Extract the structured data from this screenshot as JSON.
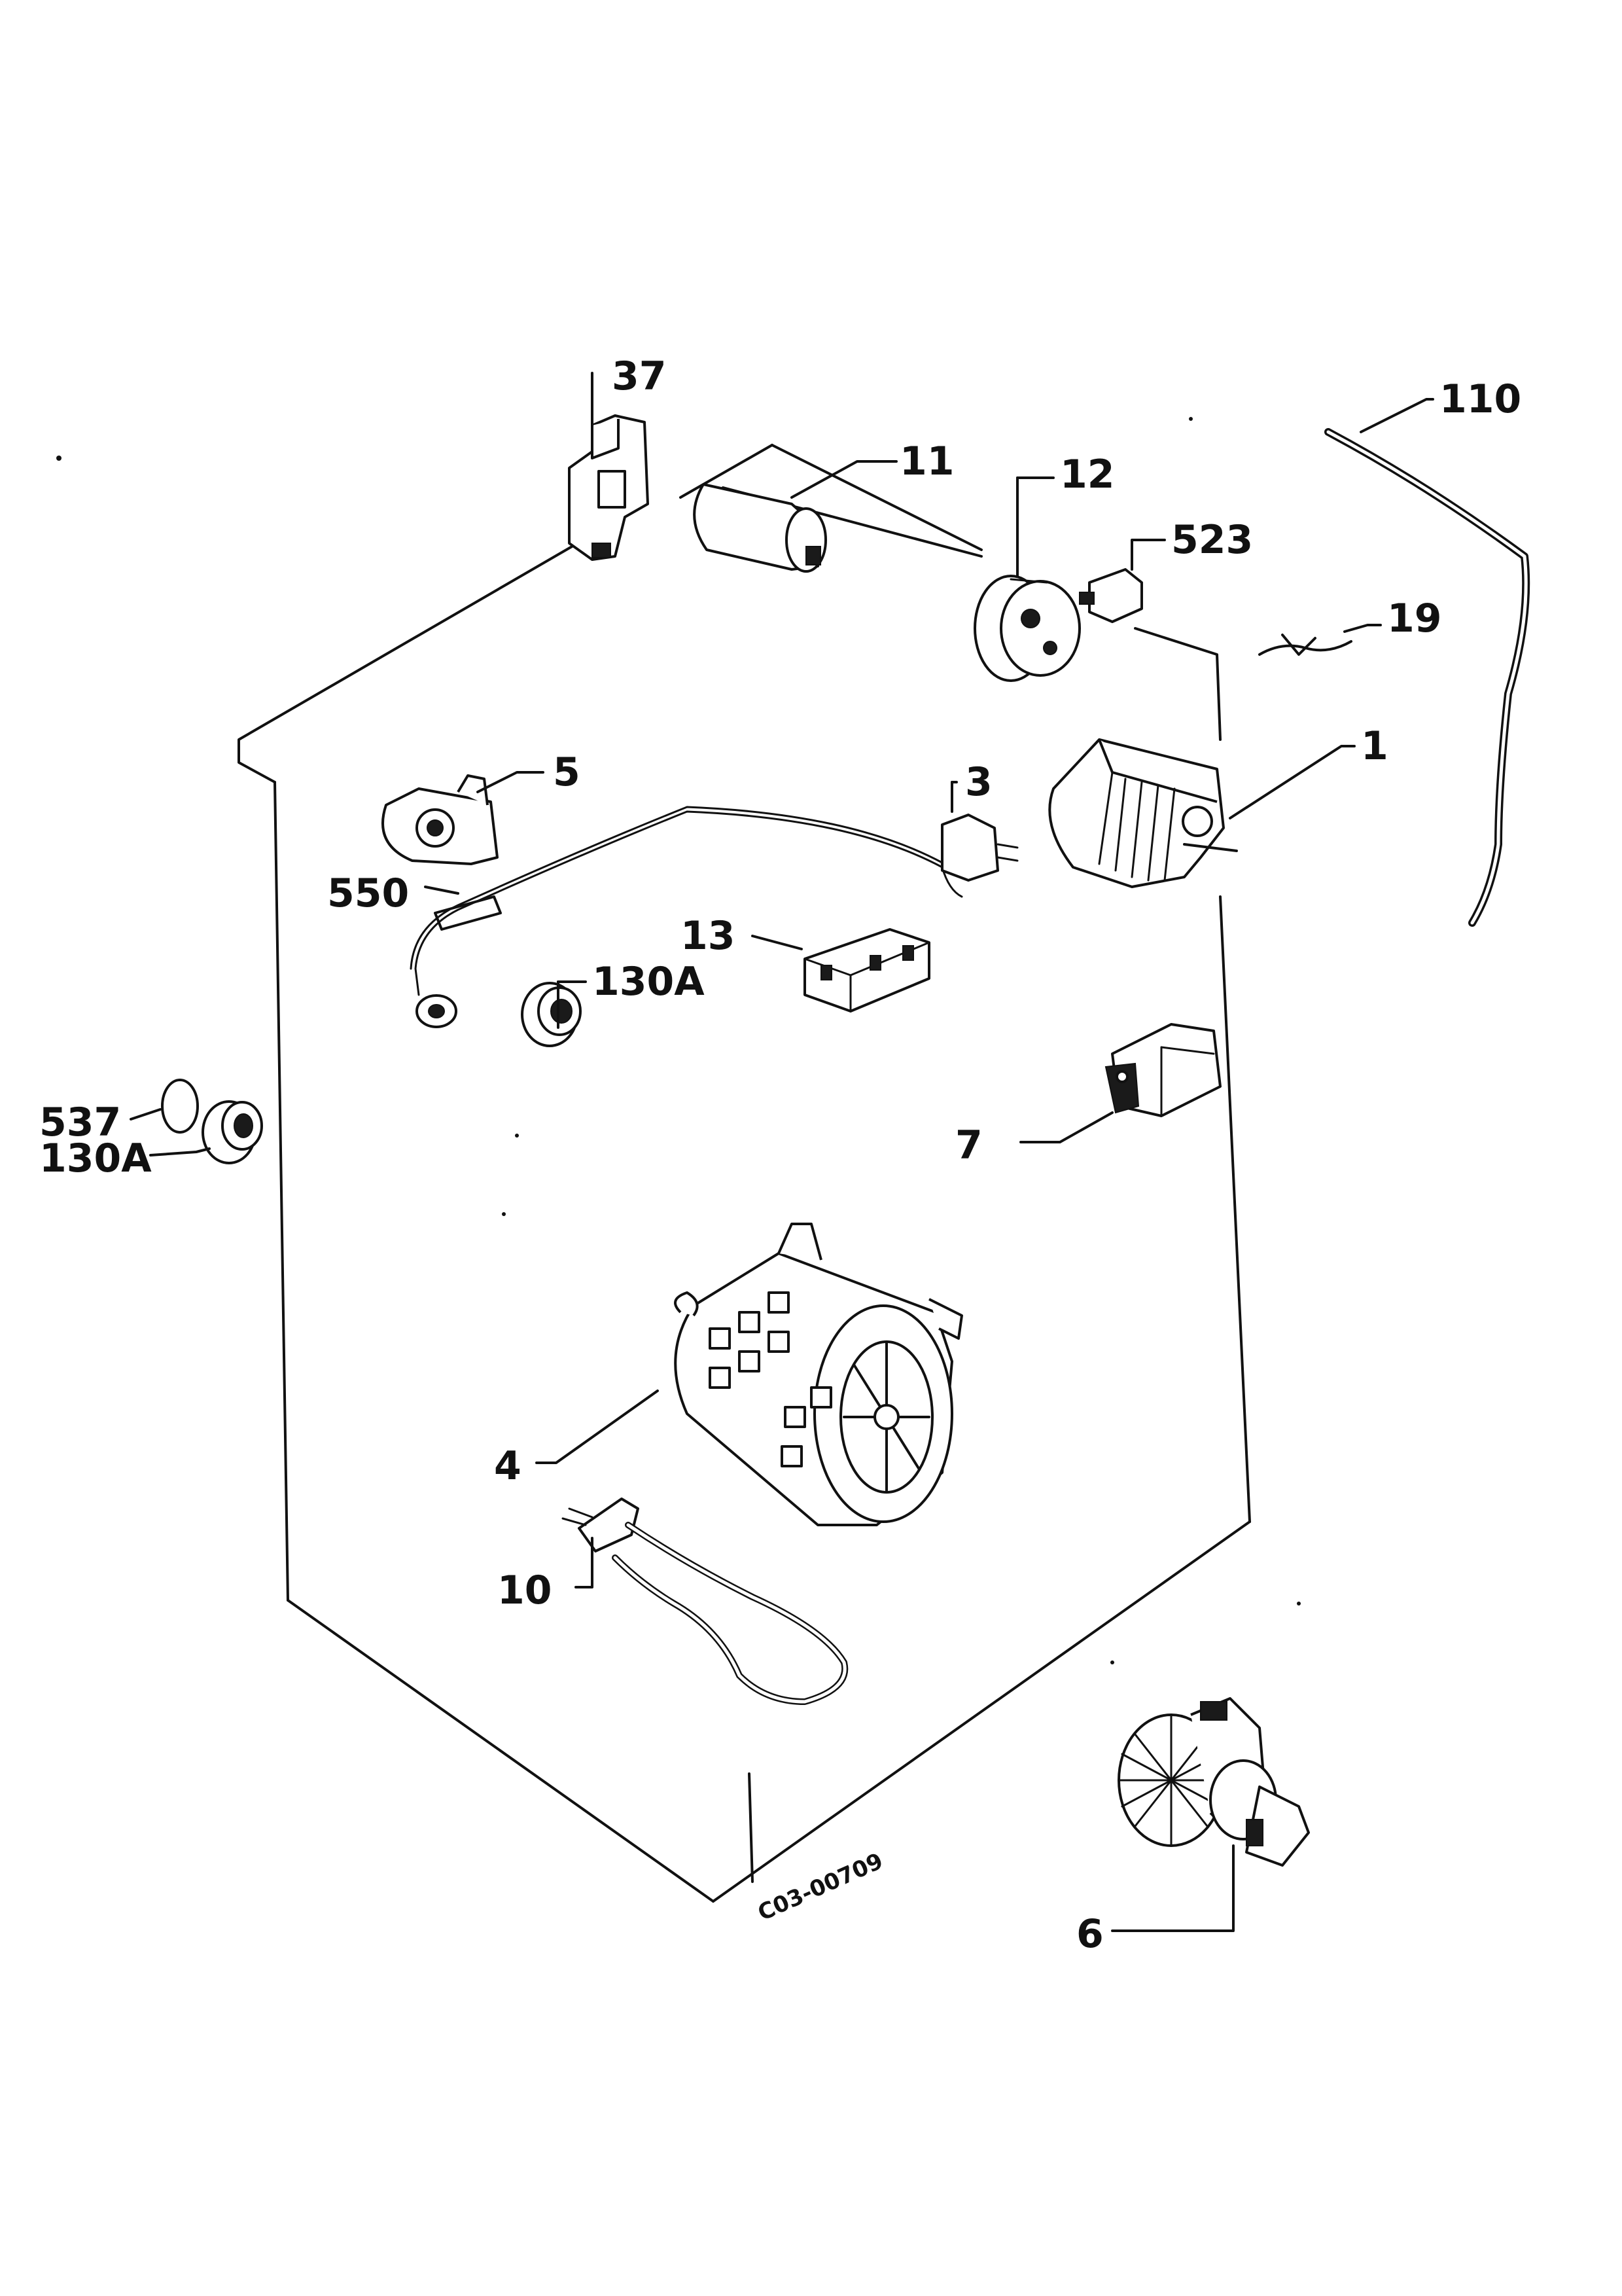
{
  "diagram": {
    "drawing_code": "C03-00709",
    "parts": [
      {
        "id": "p37",
        "label": "37"
      },
      {
        "id": "p11",
        "label": "11"
      },
      {
        "id": "p12",
        "label": "12"
      },
      {
        "id": "p110",
        "label": "110"
      },
      {
        "id": "p523",
        "label": "523"
      },
      {
        "id": "p19",
        "label": "19"
      },
      {
        "id": "p1",
        "label": "1"
      },
      {
        "id": "p5",
        "label": "5"
      },
      {
        "id": "p3",
        "label": "3"
      },
      {
        "id": "p550",
        "label": "550"
      },
      {
        "id": "p13",
        "label": "13"
      },
      {
        "id": "p130a_inner",
        "label": "130A"
      },
      {
        "id": "p537",
        "label": "537"
      },
      {
        "id": "p130a_outer",
        "label": "130A"
      },
      {
        "id": "p7",
        "label": "7"
      },
      {
        "id": "p4",
        "label": "4"
      },
      {
        "id": "p10",
        "label": "10"
      },
      {
        "id": "p6",
        "label": "6"
      }
    ],
    "colors": {
      "ink": "#111111",
      "paper": "#ffffff"
    }
  }
}
